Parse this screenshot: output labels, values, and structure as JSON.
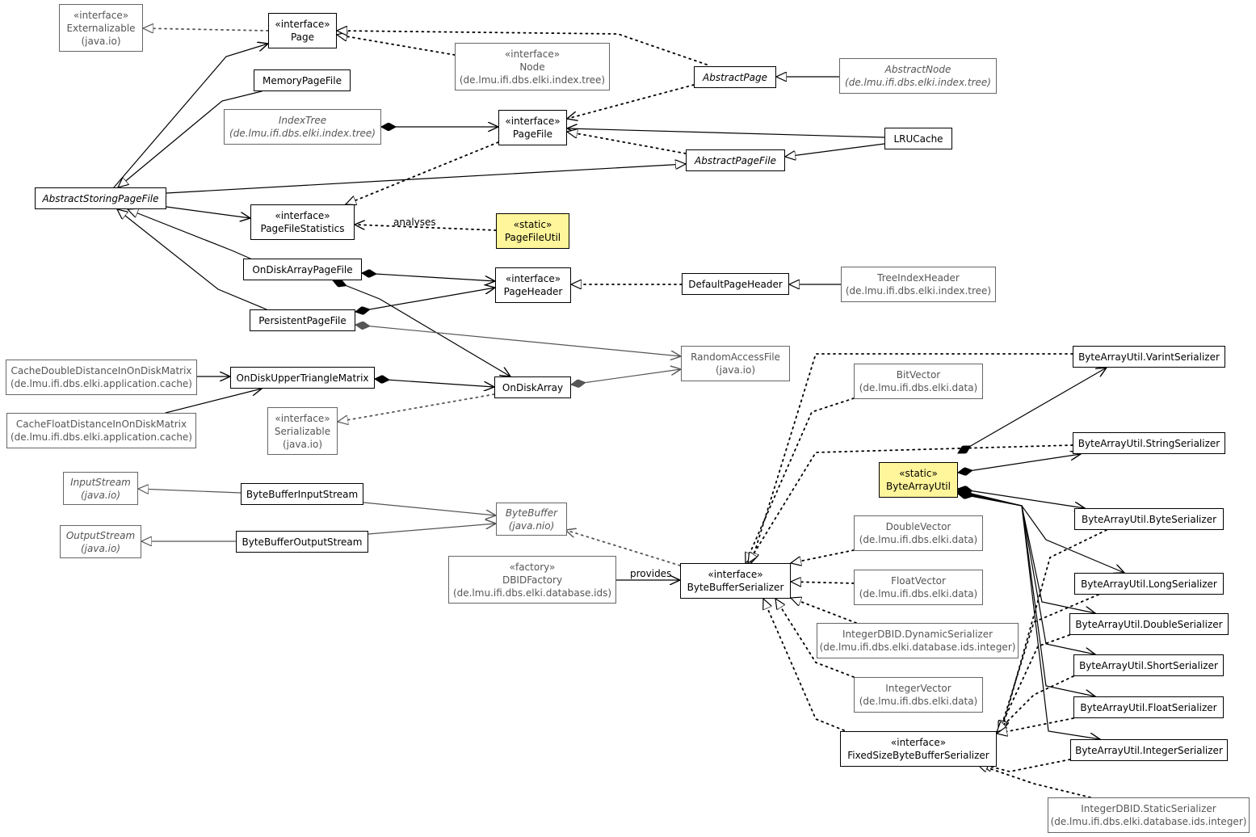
{
  "nodes": {
    "externalizable": {
      "lines": [
        "«interface»",
        "Externalizable",
        "(java.io)"
      ],
      "italic": [],
      "style": "ext"
    },
    "page": {
      "lines": [
        "«interface»",
        "Page"
      ],
      "italic": [],
      "style": "main"
    },
    "node": {
      "lines": [
        "«interface»",
        "Node",
        "(de.lmu.ifi.dbs.elki.index.tree)"
      ],
      "italic": [],
      "style": "ext"
    },
    "memory_page_file": {
      "lines": [
        "MemoryPageFile"
      ],
      "italic": [],
      "style": "main"
    },
    "abstract_page": {
      "lines": [
        "AbstractPage"
      ],
      "italic": [
        0
      ],
      "style": "main"
    },
    "abstract_node": {
      "lines": [
        "AbstractNode",
        "(de.lmu.ifi.dbs.elki.index.tree)"
      ],
      "italic": [
        0,
        1
      ],
      "style": "ext"
    },
    "index_tree": {
      "lines": [
        "IndexTree",
        "(de.lmu.ifi.dbs.elki.index.tree)"
      ],
      "italic": [
        0,
        1
      ],
      "style": "ext"
    },
    "page_file": {
      "lines": [
        "«interface»",
        "PageFile"
      ],
      "italic": [],
      "style": "main"
    },
    "lru_cache": {
      "lines": [
        "LRUCache"
      ],
      "italic": [],
      "style": "main"
    },
    "abstract_page_file": {
      "lines": [
        "AbstractPageFile"
      ],
      "italic": [
        0
      ],
      "style": "main"
    },
    "abstract_storing_page_file": {
      "lines": [
        "AbstractStoringPageFile"
      ],
      "italic": [
        0
      ],
      "style": "main"
    },
    "page_file_statistics": {
      "lines": [
        "«interface»",
        "PageFileStatistics"
      ],
      "italic": [],
      "style": "main"
    },
    "page_file_util": {
      "lines": [
        "«static»",
        "PageFileUtil"
      ],
      "italic": [],
      "style": "hl"
    },
    "on_disk_array_page_file": {
      "lines": [
        "OnDiskArrayPageFile"
      ],
      "italic": [],
      "style": "main"
    },
    "page_header": {
      "lines": [
        "«interface»",
        "PageHeader"
      ],
      "italic": [],
      "style": "main"
    },
    "default_page_header": {
      "lines": [
        "DefaultPageHeader"
      ],
      "italic": [],
      "style": "main"
    },
    "tree_index_header": {
      "lines": [
        "TreeIndexHeader",
        "(de.lmu.ifi.dbs.elki.index.tree)"
      ],
      "italic": [],
      "style": "ext"
    },
    "persistent_page_file": {
      "lines": [
        "PersistentPageFile"
      ],
      "italic": [],
      "style": "main"
    },
    "random_access_file": {
      "lines": [
        "RandomAccessFile",
        "(java.io)"
      ],
      "italic": [],
      "style": "ext"
    },
    "cache_double": {
      "lines": [
        "CacheDoubleDistanceInOnDiskMatrix",
        "(de.lmu.ifi.dbs.elki.application.cache)"
      ],
      "italic": [],
      "style": "ext"
    },
    "on_disk_upper_triangle_matrix": {
      "lines": [
        "OnDiskUpperTriangleMatrix"
      ],
      "italic": [],
      "style": "main"
    },
    "on_disk_array": {
      "lines": [
        "OnDiskArray"
      ],
      "italic": [],
      "style": "main"
    },
    "cache_float": {
      "lines": [
        "CacheFloatDistanceInOnDiskMatrix",
        "(de.lmu.ifi.dbs.elki.application.cache)"
      ],
      "italic": [],
      "style": "ext"
    },
    "serializable": {
      "lines": [
        "«interface»",
        "Serializable",
        "(java.io)"
      ],
      "italic": [],
      "style": "ext"
    },
    "bit_vector": {
      "lines": [
        "BitVector",
        "(de.lmu.ifi.dbs.elki.data)"
      ],
      "italic": [],
      "style": "ext"
    },
    "varint_serializer": {
      "lines": [
        "ByteArrayUtil.VarintSerializer"
      ],
      "italic": [],
      "style": "main"
    },
    "string_serializer": {
      "lines": [
        "ByteArrayUtil.StringSerializer"
      ],
      "italic": [],
      "style": "main"
    },
    "byte_array_util": {
      "lines": [
        "«static»",
        "ByteArrayUtil"
      ],
      "italic": [],
      "style": "hl"
    },
    "input_stream": {
      "lines": [
        "InputStream",
        "(java.io)"
      ],
      "italic": [
        0,
        1
      ],
      "style": "ext"
    },
    "byte_buffer_input_stream": {
      "lines": [
        "ByteBufferInputStream"
      ],
      "italic": [],
      "style": "main"
    },
    "byte_buffer": {
      "lines": [
        "ByteBuffer",
        "(java.nio)"
      ],
      "italic": [
        0,
        1
      ],
      "style": "ext"
    },
    "output_stream": {
      "lines": [
        "OutputStream",
        "(java.io)"
      ],
      "italic": [
        0,
        1
      ],
      "style": "ext"
    },
    "byte_buffer_output_stream": {
      "lines": [
        "ByteBufferOutputStream"
      ],
      "italic": [],
      "style": "main"
    },
    "double_vector": {
      "lines": [
        "DoubleVector",
        "(de.lmu.ifi.dbs.elki.data)"
      ],
      "italic": [],
      "style": "ext"
    },
    "byte_serializer": {
      "lines": [
        "ByteArrayUtil.ByteSerializer"
      ],
      "italic": [],
      "style": "main"
    },
    "dbid_factory": {
      "lines": [
        "«factory»",
        "DBIDFactory",
        "(de.lmu.ifi.dbs.elki.database.ids)"
      ],
      "italic": [],
      "style": "ext"
    },
    "byte_buffer_serializer": {
      "lines": [
        "«interface»",
        "ByteBufferSerializer"
      ],
      "italic": [],
      "style": "main"
    },
    "float_vector": {
      "lines": [
        "FloatVector",
        "(de.lmu.ifi.dbs.elki.data)"
      ],
      "italic": [],
      "style": "ext"
    },
    "long_serializer": {
      "lines": [
        "ByteArrayUtil.LongSerializer"
      ],
      "italic": [],
      "style": "main"
    },
    "double_serializer": {
      "lines": [
        "ByteArrayUtil.DoubleSerializer"
      ],
      "italic": [],
      "style": "main"
    },
    "integer_dbid_dynamic": {
      "lines": [
        "IntegerDBID.DynamicSerializer",
        "(de.lmu.ifi.dbs.elki.database.ids.integer)"
      ],
      "italic": [],
      "style": "ext"
    },
    "short_serializer": {
      "lines": [
        "ByteArrayUtil.ShortSerializer"
      ],
      "italic": [],
      "style": "main"
    },
    "integer_vector": {
      "lines": [
        "IntegerVector",
        "(de.lmu.ifi.dbs.elki.data)"
      ],
      "italic": [],
      "style": "ext"
    },
    "float_serializer": {
      "lines": [
        "ByteArrayUtil.FloatSerializer"
      ],
      "italic": [],
      "style": "main"
    },
    "fixed_size_serializer": {
      "lines": [
        "«interface»",
        "FixedSizeByteBufferSerializer"
      ],
      "italic": [],
      "style": "main"
    },
    "integer_serializer": {
      "lines": [
        "ByteArrayUtil.IntegerSerializer"
      ],
      "italic": [],
      "style": "main"
    },
    "integer_dbid_static": {
      "lines": [
        "IntegerDBID.StaticSerializer",
        "(de.lmu.ifi.dbs.elki.database.ids.integer)"
      ],
      "italic": [],
      "style": "ext"
    }
  },
  "edge_labels": {
    "analyses": "analyses",
    "provides": "provides"
  },
  "colors": {
    "highlight": "#fff59a",
    "external_border": "#666666",
    "external_text": "#555555",
    "edge_ext": "#555555"
  }
}
